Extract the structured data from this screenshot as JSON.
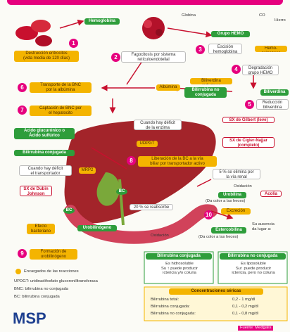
{
  "colors": {
    "green": "#2e9d3b",
    "yellow": "#f4b400",
    "magenta": "#e6007e",
    "red": "#c8102e",
    "liver": "#a3242a"
  },
  "labels": {
    "hemoglobina": "Hemoglobina",
    "globina": "Globina",
    "hemo_group": "Grupo HEMO",
    "co": "CO",
    "hierro": "Hierro",
    "escision": "Escisión\nhemoglobina",
    "hemo_oxigenasa": "Hemo-oxigenasa",
    "destruccion": "Destrucción eritrocitos\n(vida media de 120 días)",
    "fagocitosis": "Fagocitosis por sistema\nretículoendotelial",
    "degradacion": "Degradación\ngrupo HEMO",
    "biliverdina_reductasa": "Biliverdina reductasa",
    "albumina": "Albúmina",
    "biliverdina": "Biliverdina",
    "bnc_conj": "Bilirrubina no\nconjugada",
    "reduccion": "Reducción\nbiliverdina",
    "transporte": "Transporte de la BNC\npor la albúmina",
    "captacion": "Captación de BNC por\nel hepatocito",
    "deficit_enzima": "Cuando hay déficit\nde la enzima",
    "gilbert": "SX de Gilbert (leve)",
    "crigler": "SX de Cigler-Najjar\n(completo)",
    "acido": "Ácido glucurónico o\nÁcido sulfúrico",
    "udpgt_label": "UDPGT",
    "bc_conjugada": "Bilirrubina conjugada",
    "liberacion": "Liberación de la BC a la vía\nbiliar por transportador activo",
    "deficit_transp": "Cuando hay déficit\nel transportador",
    "mrp2": "MRP2",
    "dubin": "SX de Dubin\nJohnson",
    "bc_short": "BC",
    "efecto": "Efecto\nbacteriano",
    "urobilinogeno": "Urobilinógeno",
    "reabsorbe": "20 % se reabsorbe",
    "via_renal": "5 % se elimina por\nla vía renal",
    "oxidacion": "Oxidación",
    "urobilina": "Urobilina",
    "color_heces": "(Da color a las heces)",
    "acolia": "Acolia",
    "excrecion": "Excreción",
    "estercobilina": "Estercobilina",
    "ausencia": "Su ausencia\nda lugar a:",
    "formacion": "Formación de\nurobilinógeno",
    "legend_enzymes": "Encargados de las reacciones",
    "legend_udpgt": "UPDGT: uridinadifosfato glucoronilltransferasa",
    "legend_bnc": "BNC: bilirrubina no conjugada",
    "legend_bc": "BC: bilirrubina conjugada",
    "bc_box_title": "Bilirrubina conjugada",
    "bc_box_text": "Es hidrosoluble\nSu ↑ puede producir\nictericia y/o coluria",
    "bnc_box_title": "Bilirrubina no conjugada",
    "bnc_box_text": "Es liposoluble\nSu↑ puede producir\nictericia, pero no coluria",
    "conc_title": "Concentraciones séricas",
    "conc_rows": [
      {
        "name": "Bilirrubina total:",
        "value": "0,2 - 1 mg/dl"
      },
      {
        "name": "Bilirrubina conjugada:",
        "value": "0,1 - 0,2 mg/dl"
      },
      {
        "name": "Bilirrubina no conjugada:",
        "value": "0,1 - 0,8 mg/dl"
      }
    ],
    "logo": "MSP",
    "source": "Fuente: Medgalis"
  },
  "steps": [
    "1",
    "2",
    "3",
    "4",
    "5",
    "6",
    "7",
    "8",
    "9",
    "10"
  ]
}
